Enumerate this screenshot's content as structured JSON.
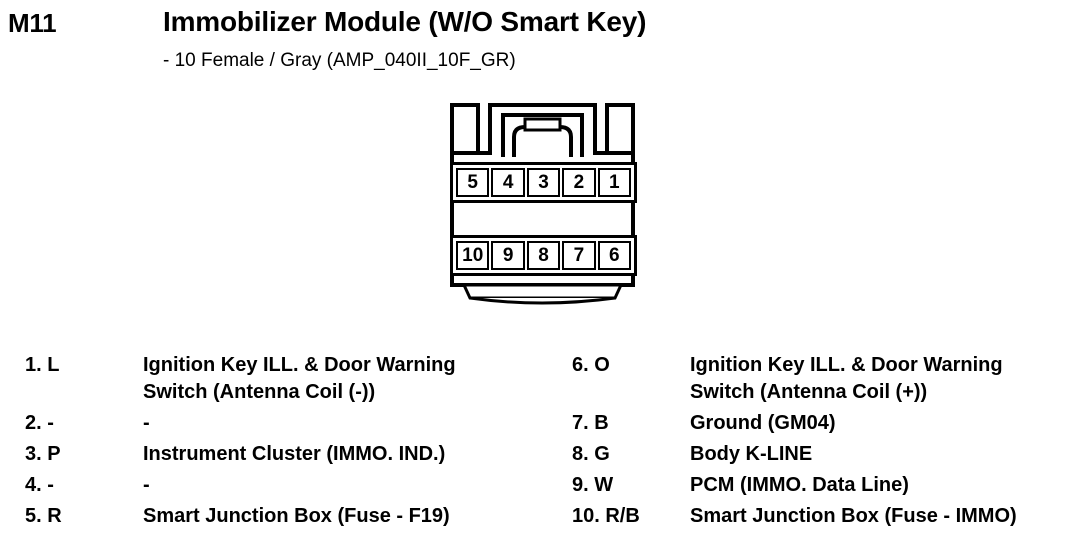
{
  "header": {
    "connector_code": "M11",
    "title": "Immobilizer Module (W/O Smart Key)",
    "subtitle": "- 10 Female / Gray (AMP_040II_10F_GR)"
  },
  "connector": {
    "type": "10 Female",
    "color": "Gray",
    "part_number": "AMP_040II_10F_GR",
    "rows": {
      "top": [
        "5",
        "4",
        "3",
        "2",
        "1"
      ],
      "bottom": [
        "10",
        "9",
        "8",
        "7",
        "6"
      ]
    },
    "outline_color": "#000000",
    "fill_color": "#ffffff"
  },
  "pins": {
    "left": [
      {
        "label": "1. L",
        "number": "1",
        "wire": "L",
        "desc_line1": "Ignition Key ILL. & Door Warning",
        "desc_line2": "Switch (Antenna Coil (-))"
      },
      {
        "label": "2. -",
        "number": "2",
        "wire": "-",
        "desc_line1": "-",
        "desc_line2": ""
      },
      {
        "label": "3. P",
        "number": "3",
        "wire": "P",
        "desc_line1": "Instrument Cluster (IMMO. IND.)",
        "desc_line2": ""
      },
      {
        "label": "4. -",
        "number": "4",
        "wire": "-",
        "desc_line1": "-",
        "desc_line2": ""
      },
      {
        "label": "5. R",
        "number": "5",
        "wire": "R",
        "desc_line1": "Smart Junction Box (Fuse - F19)",
        "desc_line2": ""
      }
    ],
    "right": [
      {
        "label": "6. O",
        "number": "6",
        "wire": "O",
        "desc_line1": "Ignition Key ILL. & Door Warning",
        "desc_line2": "Switch (Antenna Coil (+))"
      },
      {
        "label": "7. B",
        "number": "7",
        "wire": "B",
        "desc_line1": "Ground (GM04)",
        "desc_line2": ""
      },
      {
        "label": "8. G",
        "number": "8",
        "wire": "G",
        "desc_line1": "Body K-LINE",
        "desc_line2": ""
      },
      {
        "label": "9. W",
        "number": "9",
        "wire": "W",
        "desc_line1": "PCM (IMMO. Data Line)",
        "desc_line2": ""
      },
      {
        "label": "10. R/B",
        "number": "10",
        "wire": "R/B",
        "desc_line1": "Smart Junction Box (Fuse - IMMO)",
        "desc_line2": ""
      }
    ]
  }
}
